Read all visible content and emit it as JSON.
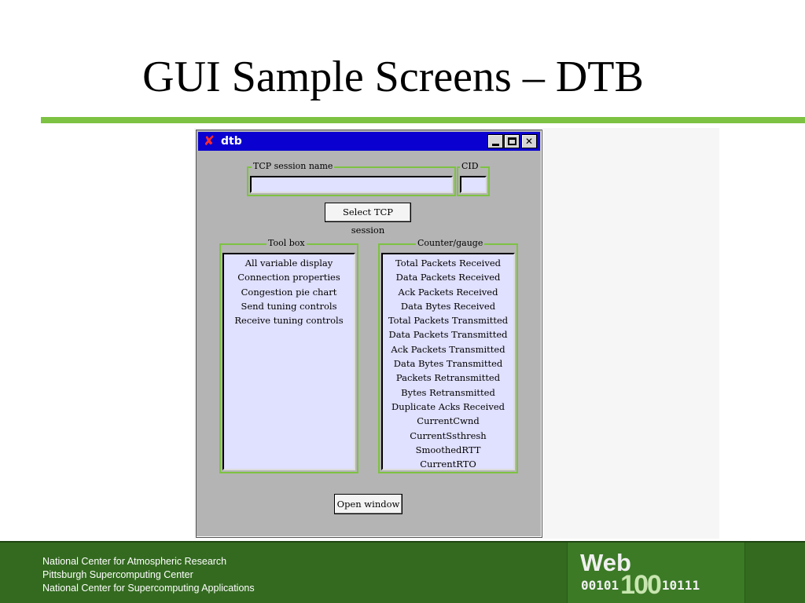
{
  "slide": {
    "title": "GUI Sample Screens – DTB",
    "accent_color": "#7dc242"
  },
  "window": {
    "title": "dtb",
    "app_icon": "red-x-icon",
    "controls": {
      "minimize": "minimize-icon",
      "maximize": "maximize-icon",
      "close_label": "✕"
    },
    "tcp_session": {
      "label": "TCP session name",
      "value": ""
    },
    "cid": {
      "label": "CID",
      "value": ""
    },
    "select_button": "Select TCP session",
    "toolbox": {
      "label": "Tool box",
      "items": [
        "All variable display",
        "Connection properties",
        "Congestion pie chart",
        "Send tuning controls",
        "Receive tuning controls"
      ]
    },
    "counter": {
      "label": "Counter/gauge",
      "items": [
        "Total Packets Received",
        "Data Packets Received",
        "Ack Packets Received",
        "Data Bytes Received",
        "Total Packets Transmitted",
        "Data Packets Transmitted",
        "Ack Packets Transmitted",
        "Data Bytes Transmitted",
        "Packets Retransmitted",
        "Bytes Retransmitted",
        "Duplicate Acks Received",
        "CurrentCwnd",
        "CurrentSsthresh",
        "SmoothedRTT",
        "CurrentRTO"
      ]
    },
    "open_button": "Open window"
  },
  "footer": {
    "lines": [
      "National Center for Atmospheric Research",
      "Pittsburgh Supercomputing Center",
      "National Center for Supercomputing Applications"
    ],
    "logo": {
      "word": "Web",
      "left_bits": "00101",
      "number": "100",
      "right_bits": "10111"
    }
  }
}
